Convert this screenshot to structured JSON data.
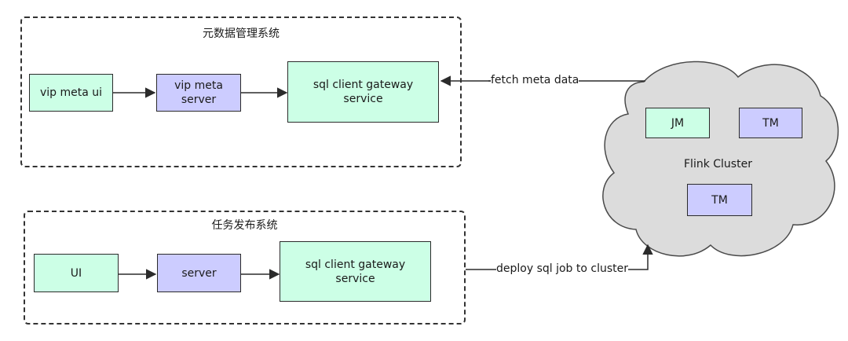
{
  "groups": {
    "meta": {
      "title": "元数据管理系统"
    },
    "task": {
      "title": "任务发布系统"
    }
  },
  "nodes": {
    "vip_meta_ui": "vip meta ui",
    "vip_meta_server": "vip meta\nserver",
    "gateway_1": "sql client gateway\nservice",
    "ui": "UI",
    "server": "server",
    "gateway_2": "sql client gateway\nservice"
  },
  "cluster": {
    "label": "Flink Cluster",
    "jm": "JM",
    "tm_1": "TM",
    "tm_2": "TM"
  },
  "edges": {
    "fetch": "fetch meta data",
    "deploy": "deploy sql job to cluster"
  },
  "colors": {
    "green_fill": "#ccffe6",
    "purple_fill": "#ccccff",
    "cloud_fill": "#dcdcdc"
  }
}
